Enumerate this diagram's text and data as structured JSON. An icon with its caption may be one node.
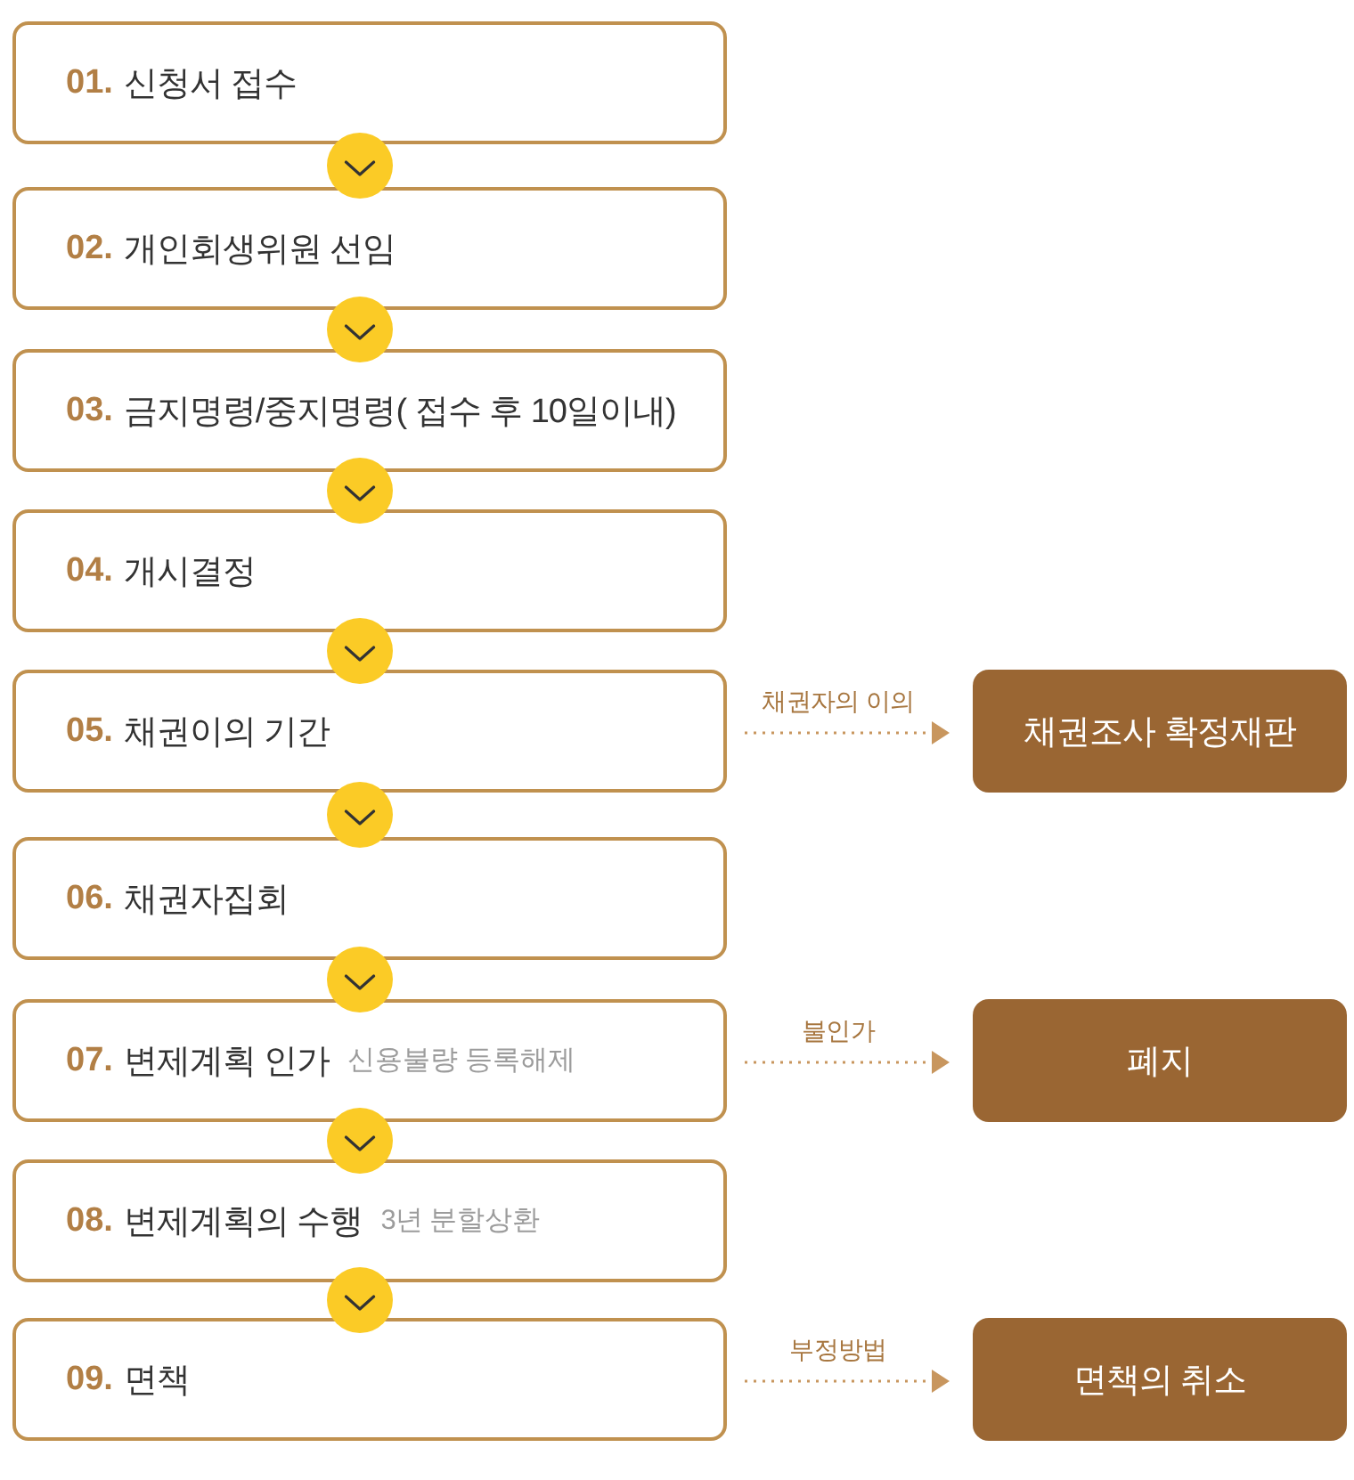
{
  "diagram": {
    "nodes": [
      {
        "text": [
          "01.",
          "신청서 접수"
        ]
      },
      {
        "text": [
          "02.",
          "개인회생위원 선임"
        ]
      },
      {
        "text": [
          "03.",
          "금지명령/중지명령( 접수 후 10일이내)"
        ]
      },
      {
        "text": [
          "04.",
          "개시결정"
        ]
      },
      {
        "text": [
          "05.",
          "채권이의 기간"
        ]
      },
      {
        "text": [
          "06.",
          "채권자집회"
        ]
      },
      {
        "text": [
          "07.",
          "변제계획 인가",
          "신용불량 등록해제"
        ]
      },
      {
        "text": [
          "08.",
          "변제계획의 수행",
          "3년 분할상환"
        ]
      },
      {
        "text": [
          "09.",
          "면책"
        ]
      },
      {
        "text": [
          "채권조사 확정재판"
        ]
      },
      {
        "text": [
          "폐지"
        ]
      },
      {
        "text": [
          "면책의 취소"
        ]
      }
    ],
    "edges": [
      {
        "from": 0,
        "to": 1,
        "arrow": "to"
      },
      {
        "from": 1,
        "to": 2,
        "arrow": "to"
      },
      {
        "from": 2,
        "to": 3,
        "arrow": "to"
      },
      {
        "from": 3,
        "to": 4,
        "arrow": "to"
      },
      {
        "from": 4,
        "to": 5,
        "arrow": "to"
      },
      {
        "from": 5,
        "to": 6,
        "arrow": "to"
      },
      {
        "from": 6,
        "to": 7,
        "arrow": "to"
      },
      {
        "from": 7,
        "to": 8,
        "arrow": "to"
      },
      {
        "from": 4,
        "to": 9,
        "arrow": "to",
        "label": "채권자의 이의",
        "style": "dashed",
        "color": "#c8965e"
      },
      {
        "from": 6,
        "to": 10,
        "arrow": "to",
        "label": "불인가",
        "style": "dashed",
        "color": "#c8965e"
      },
      {
        "from": 8,
        "to": 11,
        "arrow": "to",
        "label": "부정방법",
        "style": "dashed",
        "color": "#c8965e"
      }
    ]
  }
}
